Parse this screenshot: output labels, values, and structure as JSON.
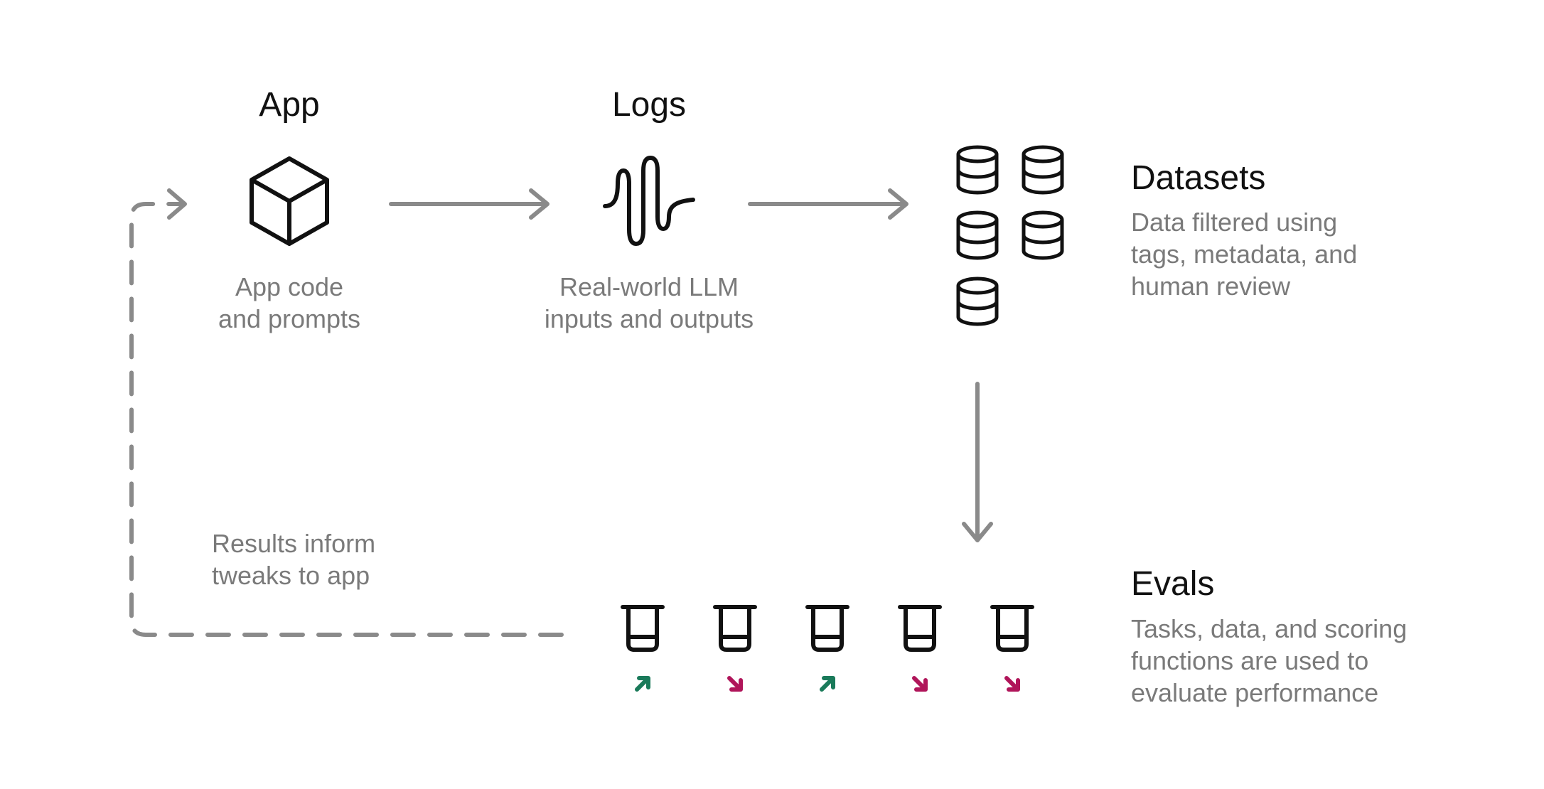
{
  "colors": {
    "ink": "#111111",
    "arrow": "#8a8a8a",
    "muted_text": "#7a7a7a",
    "up_arrow": "#1a7a5a",
    "down_arrow": "#b0155a"
  },
  "nodes": {
    "app": {
      "title": "App",
      "description": "App code\nand prompts",
      "icon": "cube-icon"
    },
    "logs": {
      "title": "Logs",
      "description": "Real-world LLM\ninputs and outputs",
      "icon": "waveform-icon"
    },
    "datasets": {
      "title": "Datasets",
      "description": "Data filtered using\ntags, metadata, and\nhuman review",
      "icon": "database-icon",
      "icon_count": 5
    },
    "evals": {
      "title": "Evals",
      "description": "Tasks, data, and scoring\nfunctions are used to\nevaluate performance",
      "icon": "beaker-icon",
      "results": [
        "up",
        "down",
        "up",
        "down",
        "down"
      ]
    }
  },
  "feedback": {
    "label": "Results inform\ntweaks to app"
  }
}
